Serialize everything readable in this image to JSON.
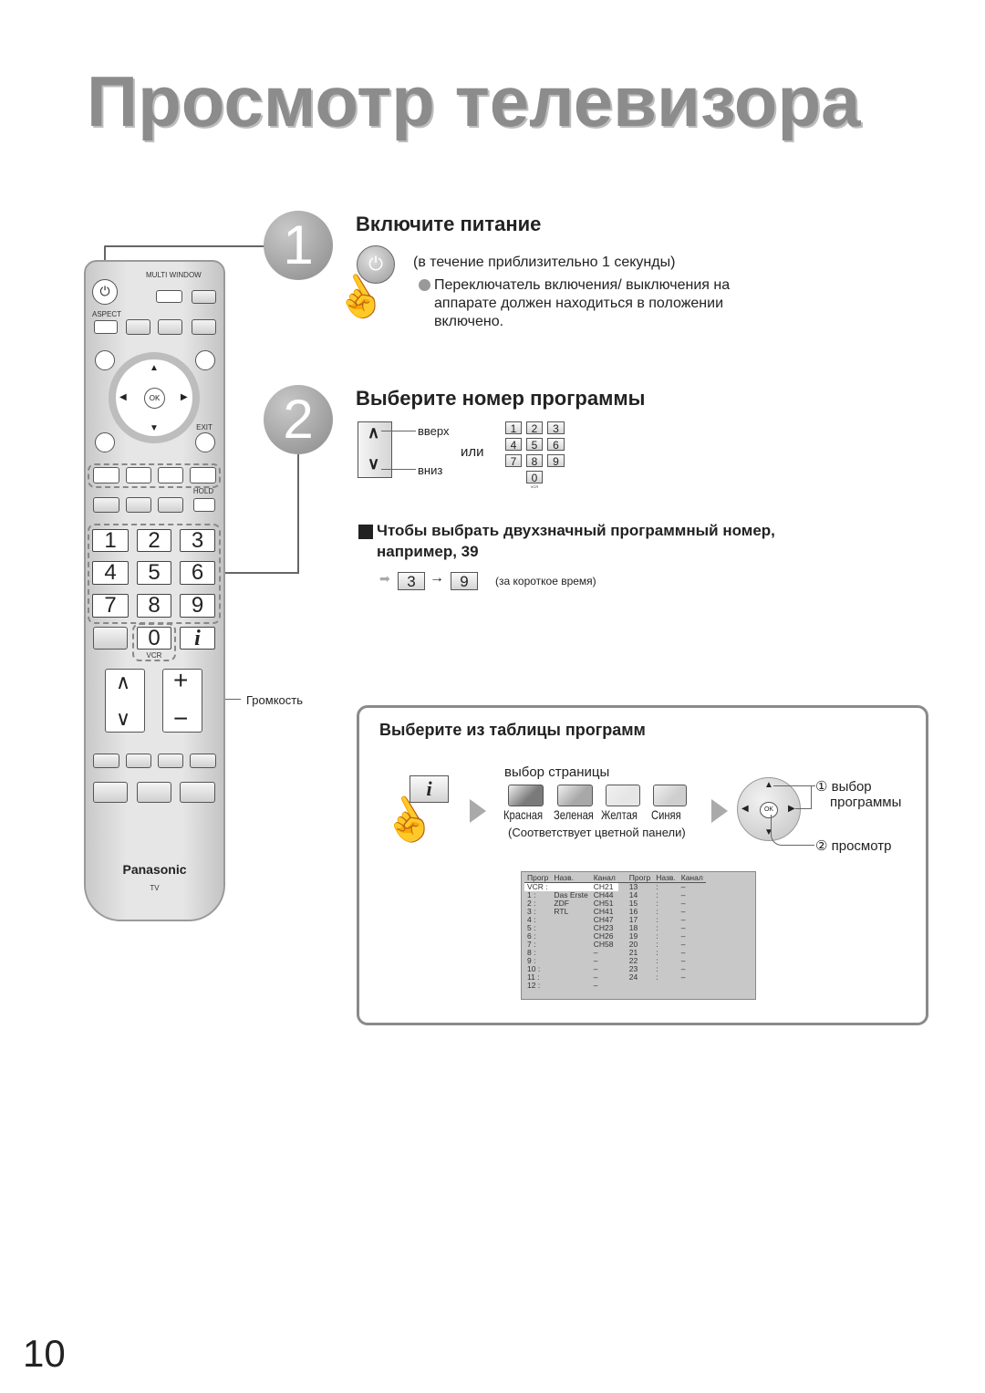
{
  "page_title": "Просмотр телевизора",
  "page_number": "10",
  "step1": {
    "number": "1",
    "heading": "Включите питание",
    "duration": "(в течение приблизительно 1 секунды)",
    "note_lines": [
      "Переключатель включения/ выключения на",
      "аппарате должен находиться в положении",
      "включено."
    ]
  },
  "step2": {
    "number": "2",
    "heading": "Выберите номер программы",
    "up": "вверх",
    "down": "вниз",
    "or": "или",
    "keypad": [
      "1",
      "2",
      "3",
      "4",
      "5",
      "6",
      "7",
      "8",
      "9",
      "0"
    ],
    "keypad_sub": "VCR"
  },
  "two_digit": {
    "heading_line1": "Чтобы выбрать двухзначный программный номер,",
    "heading_line2": "например, 39",
    "key1": "3",
    "key2": "9",
    "arrow": "→",
    "note": "(за короткое время)"
  },
  "remote": {
    "multi_window": "MULTI WINDOW",
    "aspect": "ASPECT",
    "ok": "OK",
    "exit": "EXIT",
    "hold": "HOLD",
    "numbers": [
      "1",
      "2",
      "3",
      "4",
      "5",
      "6",
      "7",
      "8",
      "9",
      "0"
    ],
    "info": "i",
    "vcr": "VCR",
    "volume_label": "Громкость",
    "vol_plus": "+",
    "vol_minus": "−",
    "ch_up": "∧",
    "ch_down": "∨",
    "brand": "Panasonic",
    "brand_sub": "TV"
  },
  "program_table_section": {
    "heading": "Выберите из таблицы программ",
    "info_key": "i",
    "page_select": "выбор страницы",
    "colors": [
      {
        "label": "Красная",
        "color": "#7a7a7a"
      },
      {
        "label": "Зеленая",
        "color": "#a8a8a8"
      },
      {
        "label": "Желтая",
        "color": "#e6e6e6"
      },
      {
        "label": "Синяя",
        "color": "#cfcfcf"
      }
    ],
    "color_note": "(Соответствует цветной панели)",
    "ok": "OK",
    "select_line1": "① выбор",
    "select_line2": "программы",
    "view": "② просмотр",
    "table": {
      "headers": [
        "Прогр",
        "Назв.",
        "Канал",
        "Прогр",
        "Назв.",
        "Канал"
      ],
      "rows": [
        [
          "VCR :",
          "",
          "CH21",
          "13",
          ":",
          "–"
        ],
        [
          "1 :",
          "Das Erste",
          "CH44",
          "14",
          ":",
          "–"
        ],
        [
          "2 :",
          "ZDF",
          "CH51",
          "15",
          ":",
          "–"
        ],
        [
          "3 :",
          "RTL",
          "CH41",
          "16",
          ":",
          "–"
        ],
        [
          "4 :",
          "",
          "CH47",
          "17",
          ":",
          "–"
        ],
        [
          "5 :",
          "",
          "CH23",
          "18",
          ":",
          "–"
        ],
        [
          "6 :",
          "",
          "CH26",
          "19",
          ":",
          "–"
        ],
        [
          "7 :",
          "",
          "CH58",
          "20",
          ":",
          "–"
        ],
        [
          "8 :",
          "",
          "–",
          "21",
          ":",
          "–"
        ],
        [
          "9 :",
          "",
          "–",
          "22",
          ":",
          "–"
        ],
        [
          "10 :",
          "",
          "–",
          "23",
          ":",
          "–"
        ],
        [
          "11 :",
          "",
          "–",
          "24",
          ":",
          "–"
        ],
        [
          "12 :",
          "",
          "–",
          "",
          "",
          ""
        ]
      ]
    }
  }
}
